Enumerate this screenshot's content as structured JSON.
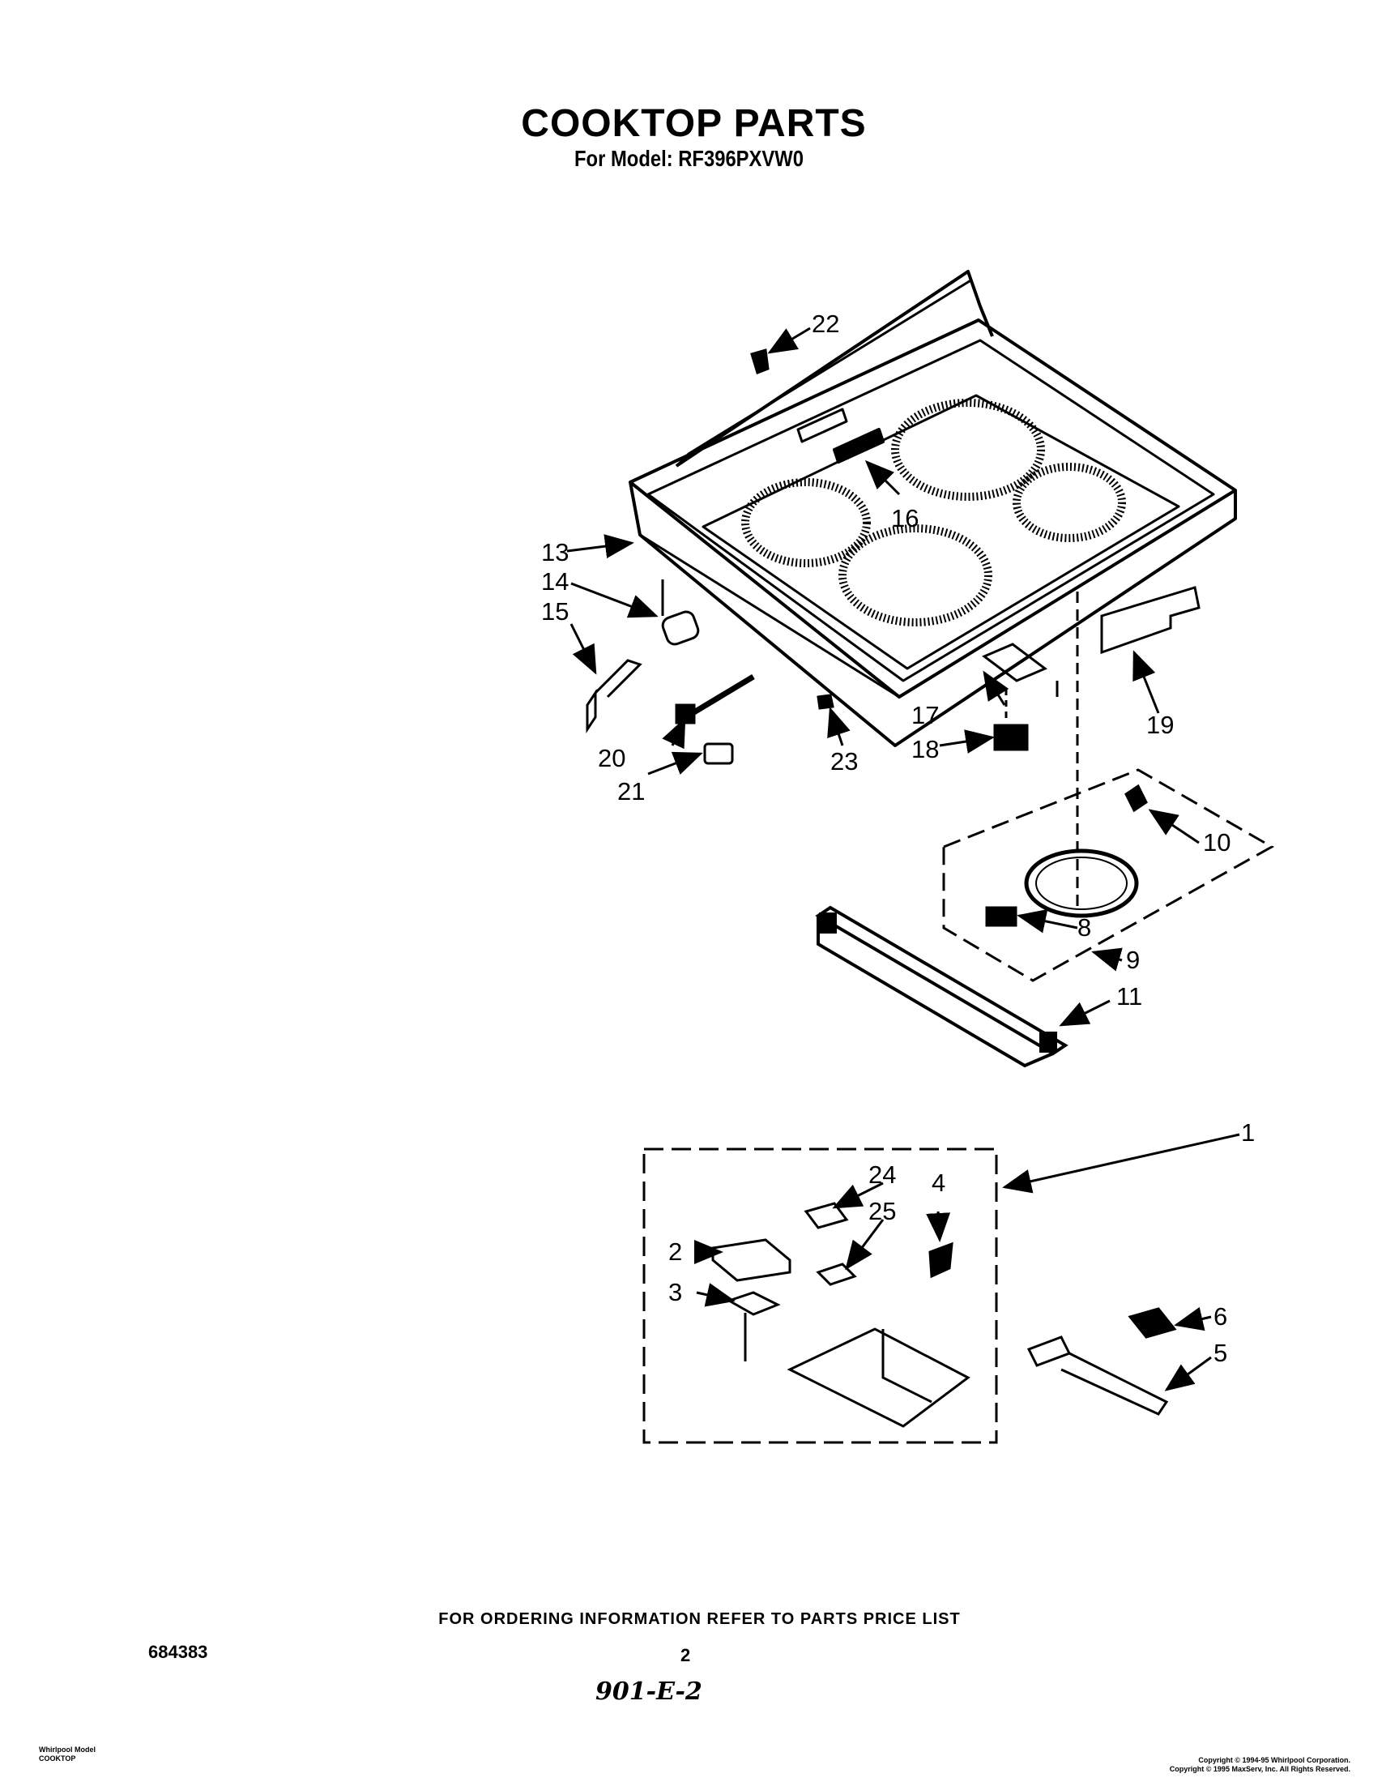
{
  "header": {
    "title": "COOKTOP PARTS",
    "subtitle": "For Model: RF396PXVW0"
  },
  "callouts": [
    "1",
    "2",
    "3",
    "4",
    "5",
    "6",
    "8",
    "9",
    "10",
    "11",
    "13",
    "14",
    "15",
    "16",
    "17",
    "18",
    "19",
    "20",
    "21",
    "22",
    "23",
    "24",
    "25"
  ],
  "footer": {
    "ordering_info": "FOR ORDERING INFORMATION REFER TO PARTS PRICE LIST",
    "doc_number": "684383",
    "page_number": "2",
    "handwritten_note": "901-E-2",
    "brand_line1": "Whirlpool Model",
    "brand_line2": "COOKTOP",
    "copyright1": "Copyright © 1994-95 Whirlpool Corporation.",
    "copyright2": "Copyright © 1995 MaxServ, Inc.  All Rights Reserved."
  }
}
